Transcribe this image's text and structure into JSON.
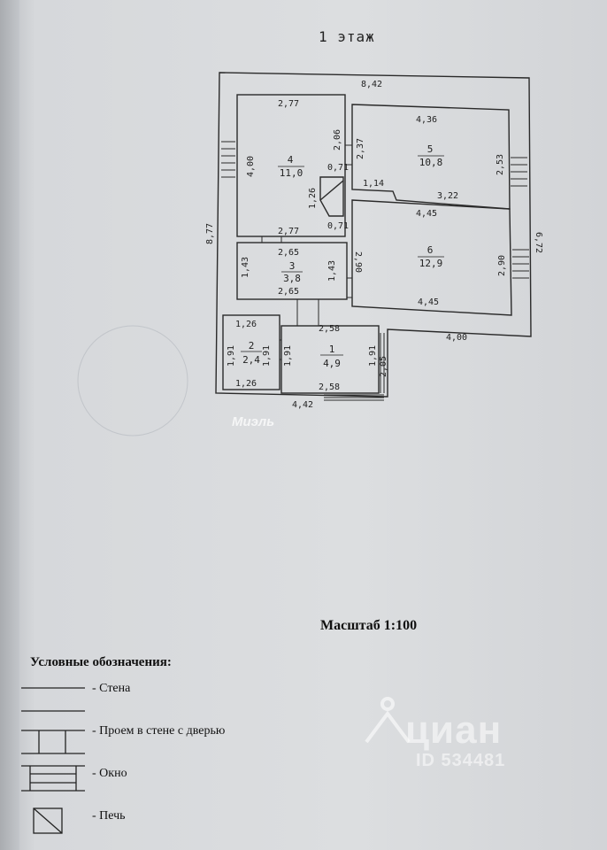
{
  "plan": {
    "title": "1 этаж",
    "rooms": [
      {
        "number": "4",
        "area": "11,0"
      },
      {
        "number": "5",
        "area": "10,8"
      },
      {
        "number": "6",
        "area": "12,9"
      },
      {
        "number": "3",
        "area": "3,8"
      },
      {
        "number": "2",
        "area": "2,4"
      },
      {
        "number": "1",
        "area": "4,9"
      }
    ],
    "dimensions": {
      "overall_top": "8,42",
      "overall_left": "8,77",
      "overall_right": "6,72",
      "overall_bottom": "4,42",
      "step_bottom": "4,00",
      "r4_top": "2,77",
      "r4_left": "4,00",
      "r4_bottom": "2,77",
      "r4_inner_a": "2,06",
      "r4_inner_b": "0,71",
      "r4_inner_c": "1,26",
      "r4_inner_d": "0,71",
      "r5_top": "4,36",
      "r5_left": "2,37",
      "r5_right": "2,53",
      "r5_bottom_a": "1,14",
      "r5_bottom_b": "3,22",
      "r6_top": "4,45",
      "r6_left": "2,90",
      "r6_right": "2,90",
      "r6_bottom": "4,45",
      "r3_top": "2,65",
      "r3_left": "1,43",
      "r3_right": "1,43",
      "r3_bottom": "2,65",
      "r2_top": "1,26",
      "r2_left": "1,91",
      "r2_right": "1,91",
      "r2_bottom": "1,26",
      "r1_top": "2,58",
      "r1_left": "1,91",
      "r1_right": "1,91",
      "r1_bottom": "2,58",
      "porch": "2,05"
    }
  },
  "logo": "Миэль",
  "scale": "Масштаб 1:100",
  "legend": {
    "title": "Условные обозначения:",
    "items": [
      {
        "label": "- Стена",
        "icon": "wall-icon"
      },
      {
        "label": "- Проем в стене с дверью",
        "icon": "door-opening-icon"
      },
      {
        "label": "- Окно",
        "icon": "window-icon"
      },
      {
        "label": "- Печь",
        "icon": "stove-icon"
      }
    ]
  },
  "watermark": {
    "brand": "циан",
    "id": "ID 534481"
  },
  "colors": {
    "ink": "#222222",
    "paper": "#d9dbde",
    "watermark": "#ffffff"
  }
}
